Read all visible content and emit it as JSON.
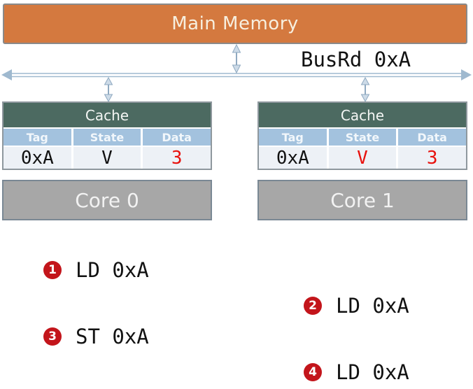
{
  "main_memory": {
    "label": "Main Memory"
  },
  "bus": {
    "label": "BusRd 0xA"
  },
  "caches": [
    {
      "title": "Cache",
      "columns": [
        "Tag",
        "State",
        "Data"
      ],
      "row": {
        "tag": "0xA",
        "state": "V",
        "data": "3"
      },
      "cell_colors": {
        "tag": "#111111",
        "state": "#111111",
        "data": "#e8120e"
      },
      "core": "Core 0"
    },
    {
      "title": "Cache",
      "columns": [
        "Tag",
        "State",
        "Data"
      ],
      "row": {
        "tag": "0xA",
        "state": "V",
        "data": "3"
      },
      "cell_colors": {
        "tag": "#111111",
        "state": "#e8120e",
        "data": "#e8120e"
      },
      "core": "Core 1"
    }
  ],
  "operations": [
    {
      "num": "1",
      "label": "LD 0xA",
      "side": "left"
    },
    {
      "num": "2",
      "label": "LD 0xA",
      "side": "right"
    },
    {
      "num": "3",
      "label": "ST 0xA",
      "side": "left"
    },
    {
      "num": "4",
      "label": "LD 0xA",
      "side": "right"
    }
  ],
  "colors": {
    "memory_fill": "#d4793f",
    "cache_header_fill": "#4c6a61",
    "column_header_fill": "#a3c2de",
    "row_fill": "#edf1f6",
    "core_fill": "#a7a7a7",
    "badge_red": "#c3151b",
    "value_red": "#e8120e",
    "bus_blue": "#9fb9cf"
  }
}
